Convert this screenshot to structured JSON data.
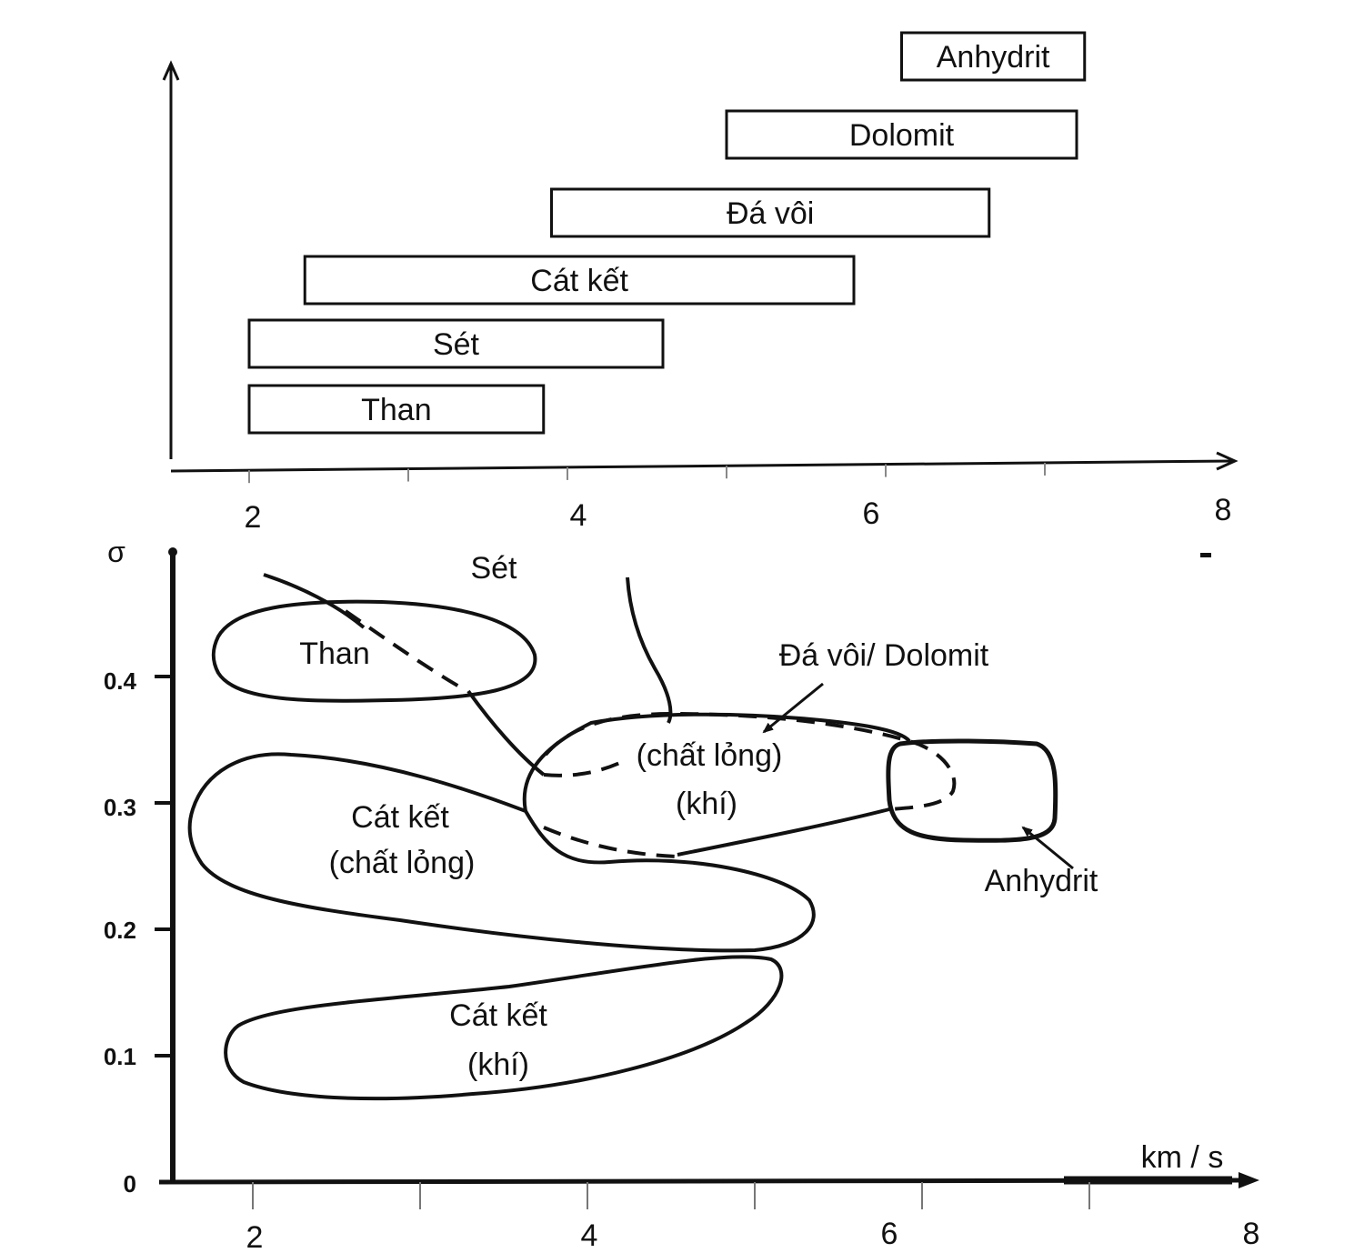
{
  "style": {
    "ink": "#111111",
    "paper": "#ffffff"
  },
  "chart_data": [
    {
      "type": "bar",
      "orientation": "horizontal-range",
      "x": {
        "min": 1.5,
        "max": 8,
        "ticks": [
          2,
          3,
          4,
          5,
          6,
          7
        ],
        "tick_labels": [
          "2",
          "4",
          "6",
          "8"
        ]
      },
      "ranges": [
        {
          "label": "Than",
          "from": 2.0,
          "to": 3.85
        },
        {
          "label": "Sét",
          "from": 2.0,
          "to": 4.6
        },
        {
          "label": "Cát kết",
          "from": 2.35,
          "to": 5.8
        },
        {
          "label": "Đá vôi",
          "from": 3.9,
          "to": 6.65
        },
        {
          "label": "Dolomit",
          "from": 5.0,
          "to": 7.2
        },
        {
          "label": "Anhydrit",
          "from": 6.1,
          "to": 7.25
        }
      ]
    },
    {
      "type": "scatter",
      "xlabel": "km / s",
      "ylabel": "σ",
      "xlim": [
        1.5,
        8
      ],
      "ylim": [
        0,
        0.5
      ],
      "x_tick_labels": [
        "2",
        "4",
        "6",
        "8"
      ],
      "y_tick_labels": [
        "0.4",
        "0.3",
        "0.2",
        "0.1",
        "0"
      ],
      "y_ticks": [
        0.4,
        0.3,
        0.2,
        0.1,
        0
      ],
      "regions": [
        {
          "label": "Than"
        },
        {
          "label": "Cát kết",
          "sublabel": "(chất lỏng)"
        },
        {
          "label": "Cát kết",
          "sublabel": "(khí)"
        },
        {
          "label": "(chất lỏng)",
          "sublabel": "(khí)"
        },
        {
          "label": "Anhydrit"
        }
      ],
      "annotations": [
        "Sét",
        "Đá vôi/ Dolomit",
        "Anhydrit"
      ]
    }
  ]
}
